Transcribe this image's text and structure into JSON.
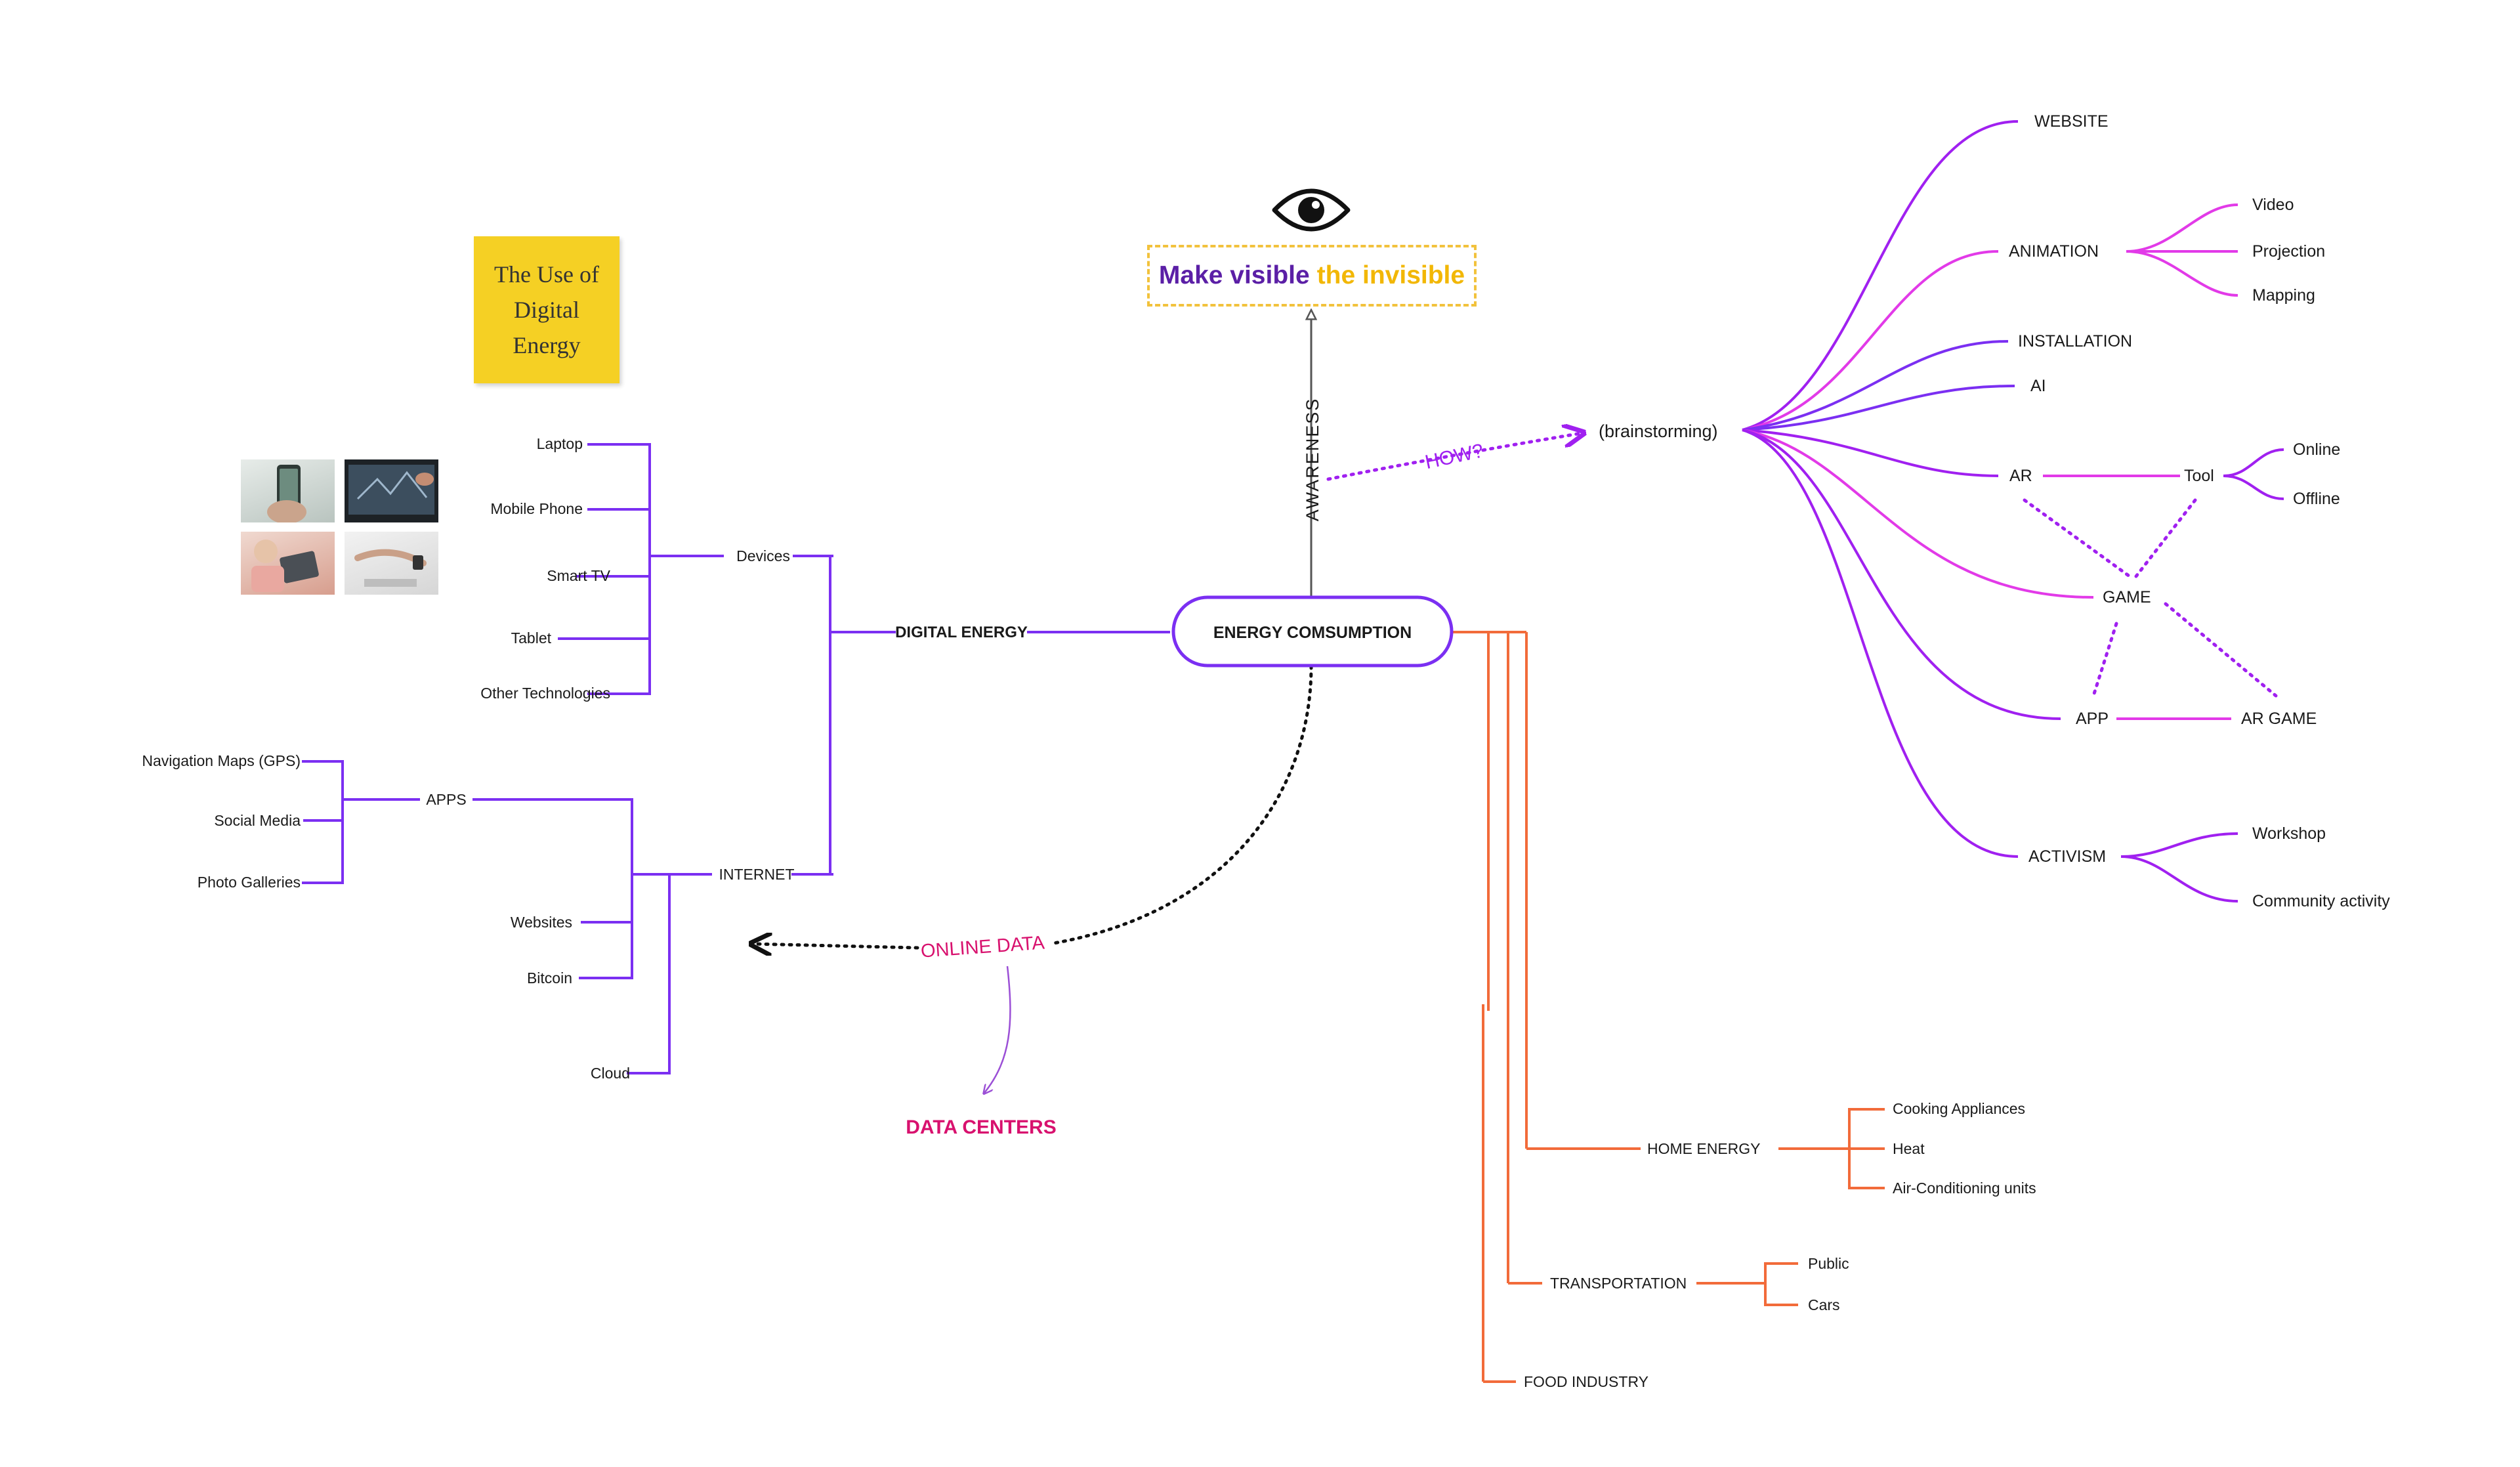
{
  "colors": {
    "purple": "#7b2ff2",
    "magenta": "#e23ae8",
    "violet": "#a020f0",
    "orange": "#f26b3a",
    "pink": "#d8116e",
    "sticky": "#f5d024",
    "headline_border": "#f2c23c",
    "headline_primary": "#5b1fa6",
    "headline_accent": "#f2b705"
  },
  "sticky_note": {
    "text": "The Use of\nDigital\nEnergy"
  },
  "headline": {
    "part1": "Make visible",
    "part2": "the invisible",
    "icon": "eye-icon"
  },
  "center": {
    "label": "ENERGY COMSUMPTION"
  },
  "awareness": {
    "label": "AWARENESS"
  },
  "how": {
    "label": "HOW?"
  },
  "brainstorming": {
    "label": "(brainstorming)",
    "website": "WEBSITE",
    "animation": {
      "label": "ANIMATION",
      "items": [
        "Video",
        "Projection",
        "Mapping"
      ]
    },
    "installation": "INSTALLATION",
    "ai": "AI",
    "ar": "AR",
    "tool": {
      "label": "Tool",
      "items": [
        "Online",
        "Offline"
      ]
    },
    "game": "GAME",
    "app": "APP",
    "ar_game": "AR GAME",
    "activism": {
      "label": "ACTIVISM",
      "items": [
        "Workshop",
        "Community activity"
      ]
    }
  },
  "digital": {
    "label": "DIGITAL ENERGY",
    "devices": {
      "label": "Devices",
      "items": [
        "Laptop",
        "Mobile Phone",
        "Smart TV",
        "Tablet",
        "Other Technologies"
      ]
    },
    "internet": {
      "label": "INTERNET",
      "apps": {
        "label": "APPS",
        "items": [
          "Navigation Maps (GPS)",
          "Social Media",
          "Photo Galleries"
        ]
      },
      "websites": "Websites",
      "bitcoin": "Bitcoin",
      "cloud": "Cloud"
    }
  },
  "online_data": {
    "label": "ONLINE DATA",
    "data_centers": "DATA CENTERS"
  },
  "home_energy": {
    "label": "HOME ENERGY",
    "items": [
      "Cooking Appliances",
      "Heat",
      "Air-Conditioning units"
    ]
  },
  "transportation": {
    "label": "TRANSPORTATION",
    "items": [
      "Public",
      "Cars"
    ]
  },
  "food": {
    "label": "FOOD INDUSTRY"
  }
}
